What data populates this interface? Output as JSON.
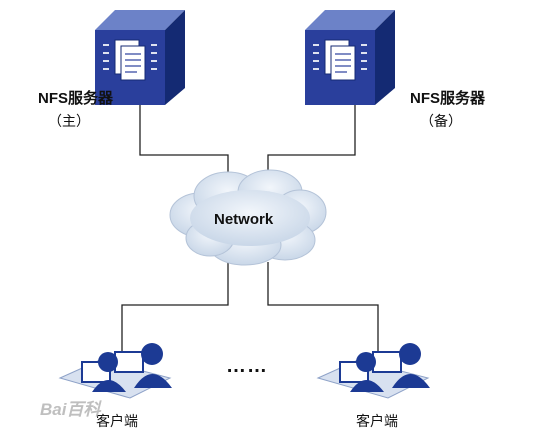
{
  "servers": [
    {
      "name": "NFS服务器",
      "role": "主"
    },
    {
      "name": "NFS服务器",
      "role": "备"
    }
  ],
  "network": {
    "label": "Network"
  },
  "clients": [
    {
      "label": "客户端"
    },
    {
      "label": "客户端"
    }
  ],
  "ellipsis": "……",
  "watermark": "Bai百科",
  "colors": {
    "server_face": "#2a3f9c",
    "server_side": "#142a73",
    "server_top": "#6c82c8",
    "cloud": "#d7e3f0",
    "person": "#1c3a94",
    "line": "#222222"
  }
}
